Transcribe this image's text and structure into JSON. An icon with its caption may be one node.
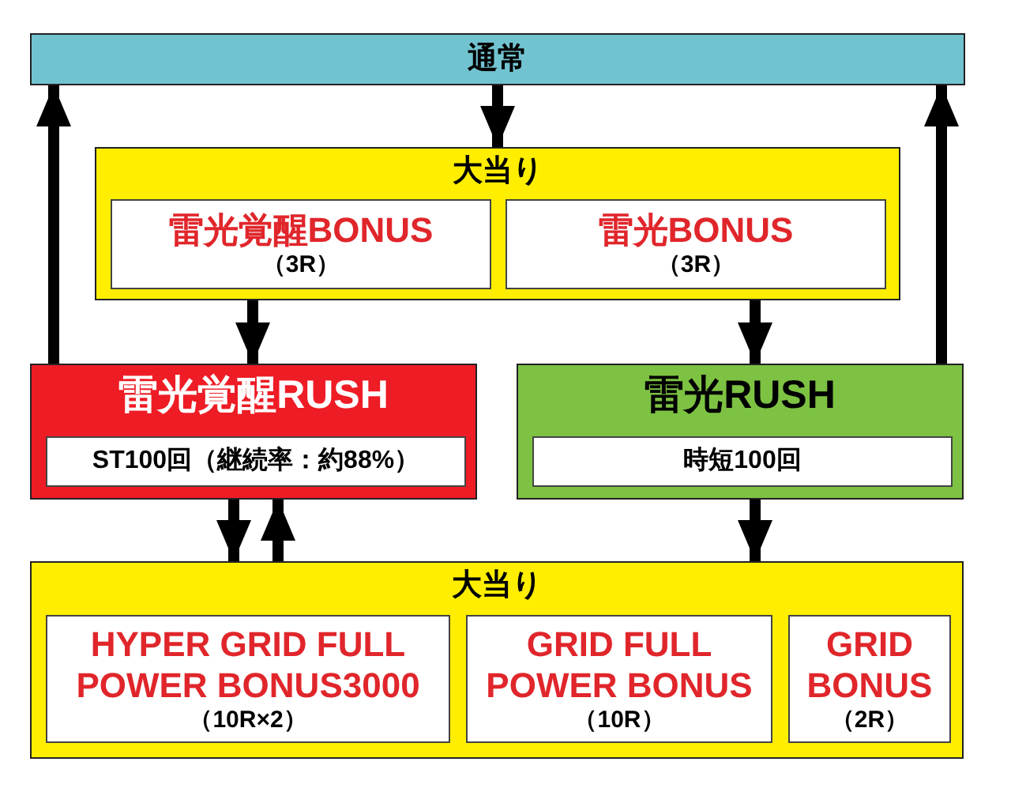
{
  "diagram": {
    "nodes": [
      {
        "text": [
          "通常"
        ]
      },
      {
        "text": [
          "大当り"
        ]
      },
      {
        "text": [
          "雷光覚醒BONUS",
          "（3R）"
        ],
        "in": 1
      },
      {
        "text": [
          "雷光BONUS",
          "（3R）"
        ],
        "in": 1
      },
      {
        "text": [
          "雷光覚醒RUSH"
        ]
      },
      {
        "text": [
          "ST100回（継続率：約88%）"
        ],
        "in": 4
      },
      {
        "text": [
          "雷光RUSH"
        ]
      },
      {
        "text": [
          "時短100回"
        ],
        "in": 6
      },
      {
        "text": [
          "大当り"
        ]
      },
      {
        "text": [
          "HYPER GRID FULL POWER BONUS3000",
          "（10R×2）"
        ],
        "in": 8
      },
      {
        "text": [
          "GRID FULL POWER BONUS",
          "（10R）"
        ],
        "in": 8
      },
      {
        "text": [
          "GRID BONUS",
          "（2R）"
        ],
        "in": 8
      }
    ],
    "edges": [
      {
        "from": 0,
        "to": 1,
        "arrow": "to"
      },
      {
        "from": 2,
        "to": 4,
        "arrow": "to"
      },
      {
        "from": 3,
        "to": 6,
        "arrow": "to"
      },
      {
        "from": 4,
        "to": 8,
        "arrow": "to"
      },
      {
        "from": 8,
        "to": 4,
        "arrow": "to"
      },
      {
        "from": 6,
        "to": 8,
        "arrow": "to"
      },
      {
        "from": 4,
        "to": 0,
        "arrow": "to"
      },
      {
        "from": 6,
        "to": 0,
        "arrow": "to"
      }
    ]
  }
}
